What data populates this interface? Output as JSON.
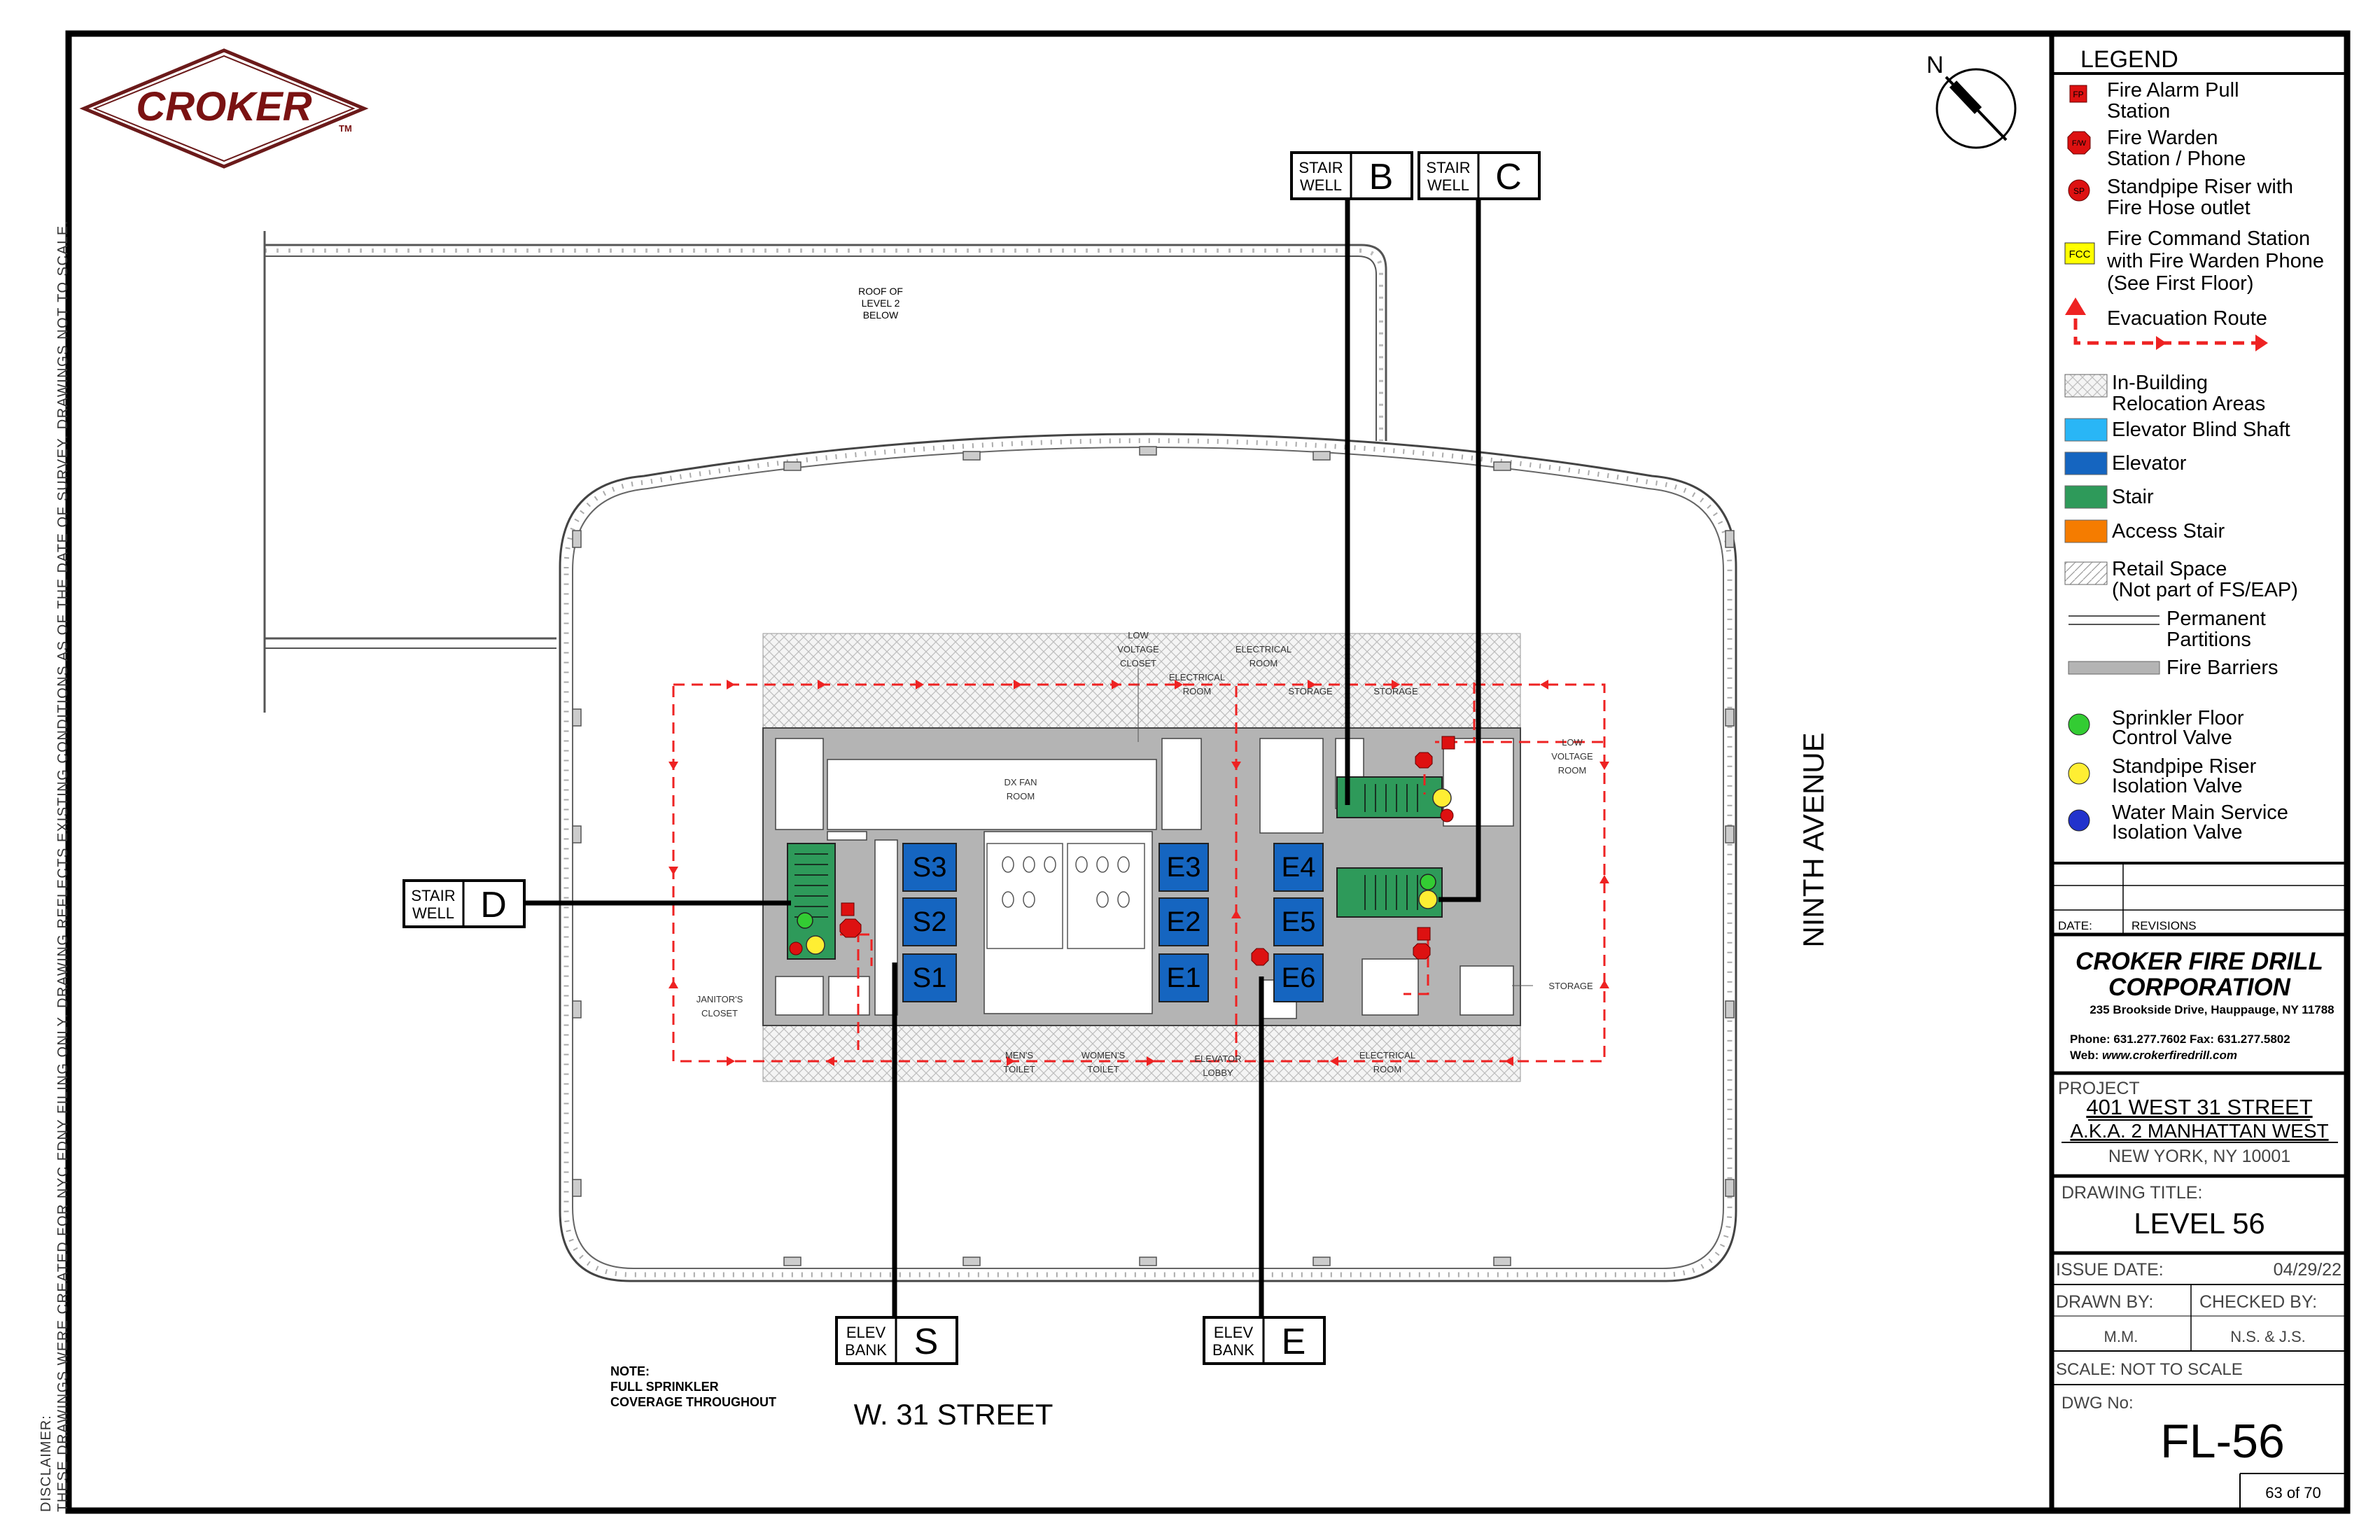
{
  "logo": {
    "text": "CROKER",
    "tm": "TM"
  },
  "disclaimer": {
    "line1": "DISCLAIMER:",
    "line2": "THESE DRAWINGS WERE CREATED FOR NYC FDNY FILING ONLY. DRAWING REFLECTS EXISTING CONDITIONS AS OF THE DATE OF SURVEY. DRAWINGS NOT TO SCALE."
  },
  "north_label": "N",
  "roof_note": [
    "ROOF OF",
    "LEVEL 2",
    "BELOW"
  ],
  "streets": {
    "avenue": "NINTH AVENUE",
    "street": "W. 31 STREET"
  },
  "note": [
    "NOTE:",
    "FULL SPRINKLER",
    "COVERAGE THROUGHOUT"
  ],
  "callouts": {
    "stair_b": {
      "l1": "STAIR",
      "l2": "WELL",
      "letter": "B"
    },
    "stair_c": {
      "l1": "STAIR",
      "l2": "WELL",
      "letter": "C"
    },
    "stair_d": {
      "l1": "STAIR",
      "l2": "WELL",
      "letter": "D"
    },
    "elev_s": {
      "l1": "ELEV",
      "l2": "BANK",
      "letter": "S"
    },
    "elev_e": {
      "l1": "ELEV",
      "l2": "BANK",
      "letter": "E"
    }
  },
  "elevators": [
    "S3",
    "S2",
    "S1",
    "E3",
    "E2",
    "E1",
    "E4",
    "E5",
    "E6"
  ],
  "rooms": {
    "low_voltage_closet": [
      "LOW",
      "VOLTAGE",
      "CLOSET"
    ],
    "electrical_room_1": [
      "ELECTRICAL",
      "ROOM"
    ],
    "electrical_room_2": [
      "ELECTRICAL",
      "ROOM"
    ],
    "dx_fan": [
      "DX FAN",
      "ROOM"
    ],
    "storage_1": "STORAGE",
    "storage_2": "STORAGE",
    "low_voltage_room": [
      "LOW",
      "VOLTAGE",
      "ROOM"
    ],
    "janitor": [
      "JANITOR'S",
      "CLOSET"
    ],
    "mens": [
      "MEN'S",
      "TOILET"
    ],
    "womens": [
      "WOMEN'S",
      "TOILET"
    ],
    "elevator_lobby": [
      "ELEVATOR",
      "LOBBY"
    ],
    "electrical_room_3": [
      "ELECTRICAL",
      "ROOM"
    ],
    "storage_3": "STORAGE"
  },
  "symbols": {
    "fp": "FP",
    "fw": "F/W",
    "sp": "SP",
    "fcc": "FCC"
  },
  "legend": {
    "title": "LEGEND",
    "items": [
      [
        "Fire Alarm Pull",
        "Station"
      ],
      [
        "Fire Warden",
        "Station / Phone"
      ],
      [
        "Standpipe Riser with",
        "Fire Hose outlet"
      ],
      [
        "Fire Command Station",
        "with Fire Warden Phone",
        "(See First Floor)"
      ],
      [
        "Evacuation  Route"
      ],
      [
        "In-Building",
        "Relocation Areas"
      ],
      [
        "Elevator Blind Shaft"
      ],
      [
        "Elevator"
      ],
      [
        "Stair"
      ],
      [
        "Access Stair"
      ],
      [
        "Retail Space",
        "(Not part of FS/EAP)"
      ],
      [
        "Permanent",
        "Partitions"
      ],
      [
        "Fire Barriers"
      ],
      [
        "Sprinkler Floor",
        "Control Valve"
      ],
      [
        "Standpipe Riser",
        "Isolation Valve"
      ],
      [
        "Water Main Service",
        "Isolation Valve"
      ]
    ]
  },
  "revisions": {
    "date_label": "DATE:",
    "rev_label": "REVISIONS"
  },
  "company": {
    "name1": "CROKER FIRE DRILL",
    "name2": "CORPORATION",
    "address": "235 Brookside Drive, Hauppauge, NY 11788",
    "phone": "Phone: 631.277.7602  Fax: 631.277.5802",
    "web_label": "Web: ",
    "web": "www.crokerfiredrill.com"
  },
  "project": {
    "label": "PROJECT",
    "line1": "401 WEST 31 STREET",
    "line2": "A.K.A. 2 MANHATTAN WEST",
    "line3": "NEW YORK, NY 10001"
  },
  "drawing_title": {
    "label": "DRAWING TITLE:",
    "value": "LEVEL 56"
  },
  "issue": {
    "label": "ISSUE DATE:",
    "value": "04/29/22"
  },
  "drawn": {
    "label": "DRAWN BY:",
    "value": "M.M."
  },
  "checked": {
    "label": "CHECKED BY:",
    "value": "N.S. & J.S."
  },
  "scale": "SCALE:  NOT TO SCALE",
  "dwg": {
    "label": "DWG No:",
    "value": "FL-56",
    "page": "63 of 70"
  },
  "colors": {
    "elevator": "#1565c0",
    "stair": "#2e9a5a",
    "access_stair": "#f57c00",
    "blind_shaft": "#29b6f6",
    "evac": "#ee2222",
    "barrier": "#b4b4b4",
    "fcc": "#ffff00"
  }
}
